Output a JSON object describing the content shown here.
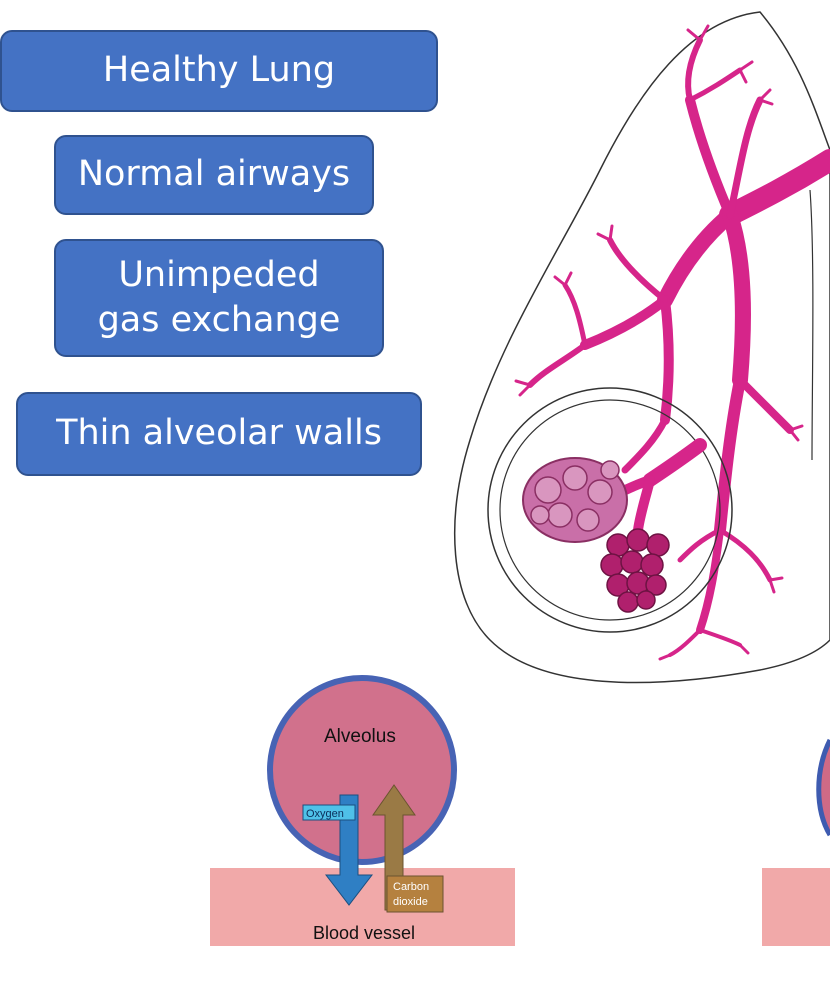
{
  "boxes": {
    "title": "Healthy Lung",
    "airways": "Normal airways",
    "gas_line1": "Unimpeded",
    "gas_line2": "gas exchange",
    "walls": "Thin alveolar walls"
  },
  "inset": {
    "alveolus_label": "Alveolus",
    "oxygen_label": "Oxygen",
    "co2_line1": "Carbon",
    "co2_line2": "dioxide",
    "vessel_label": "Blood vessel"
  },
  "colors": {
    "box_fill": "#4472c4",
    "airway": "#d6258a",
    "alveolus": "#c94f7c",
    "oxygen_arrow": "#2f7fc4",
    "co2_arrow": "#9a7a45"
  }
}
